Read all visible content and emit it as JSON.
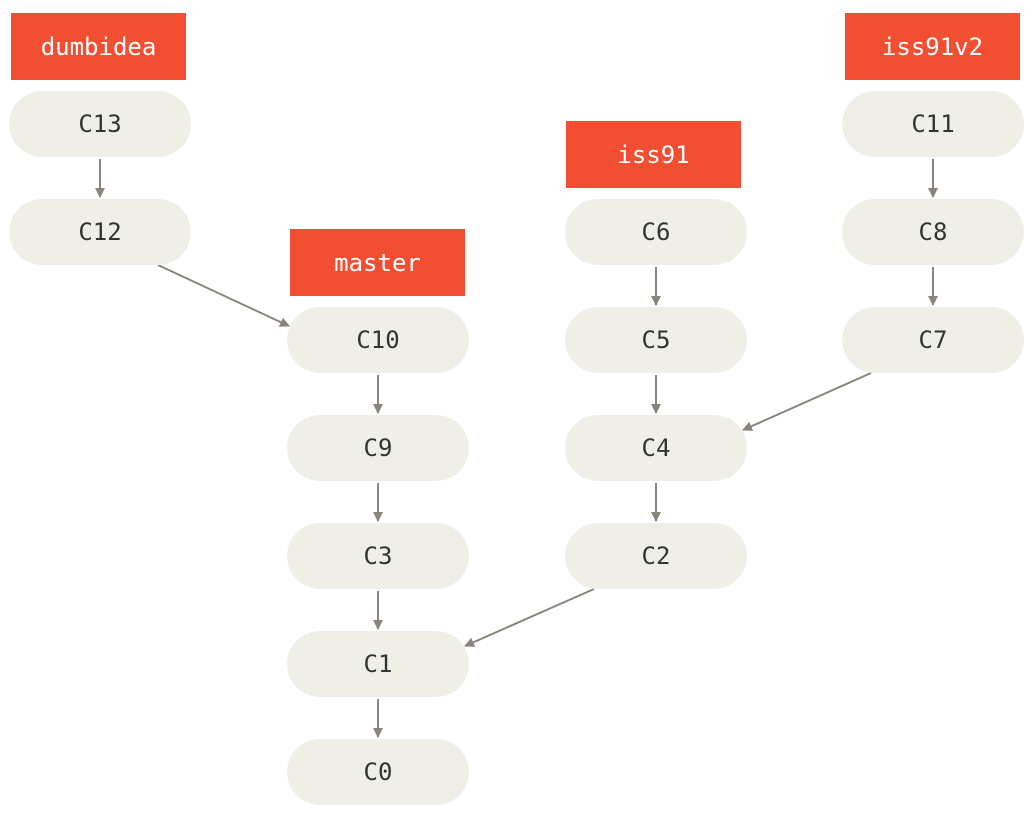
{
  "colors": {
    "commit_fill": "#f0efe7",
    "branch_fill": "#f14e32",
    "arrow": "#8a857c",
    "commit_text": "#333333",
    "branch_text": "#ffffff"
  },
  "branches": [
    {
      "id": "dumbidea",
      "label": "dumbidea",
      "points_to": "C13"
    },
    {
      "id": "master",
      "label": "master",
      "points_to": "C10"
    },
    {
      "id": "iss91",
      "label": "iss91",
      "points_to": "C6"
    },
    {
      "id": "iss91v2",
      "label": "iss91v2",
      "points_to": "C11"
    }
  ],
  "commits": [
    {
      "id": "C13",
      "label": "C13"
    },
    {
      "id": "C12",
      "label": "C12"
    },
    {
      "id": "C10",
      "label": "C10"
    },
    {
      "id": "C9",
      "label": "C9"
    },
    {
      "id": "C3",
      "label": "C3"
    },
    {
      "id": "C1",
      "label": "C1"
    },
    {
      "id": "C0",
      "label": "C0"
    },
    {
      "id": "C6",
      "label": "C6"
    },
    {
      "id": "C5",
      "label": "C5"
    },
    {
      "id": "C4",
      "label": "C4"
    },
    {
      "id": "C2",
      "label": "C2"
    },
    {
      "id": "C11",
      "label": "C11"
    },
    {
      "id": "C8",
      "label": "C8"
    },
    {
      "id": "C7",
      "label": "C7"
    }
  ],
  "edges": [
    {
      "from": "C13",
      "to": "C12"
    },
    {
      "from": "C12",
      "to": "C10"
    },
    {
      "from": "C10",
      "to": "C9"
    },
    {
      "from": "C9",
      "to": "C3"
    },
    {
      "from": "C3",
      "to": "C1"
    },
    {
      "from": "C1",
      "to": "C0"
    },
    {
      "from": "C6",
      "to": "C5"
    },
    {
      "from": "C5",
      "to": "C4"
    },
    {
      "from": "C4",
      "to": "C2"
    },
    {
      "from": "C2",
      "to": "C1"
    },
    {
      "from": "C11",
      "to": "C8"
    },
    {
      "from": "C8",
      "to": "C7"
    },
    {
      "from": "C7",
      "to": "C4"
    }
  ]
}
